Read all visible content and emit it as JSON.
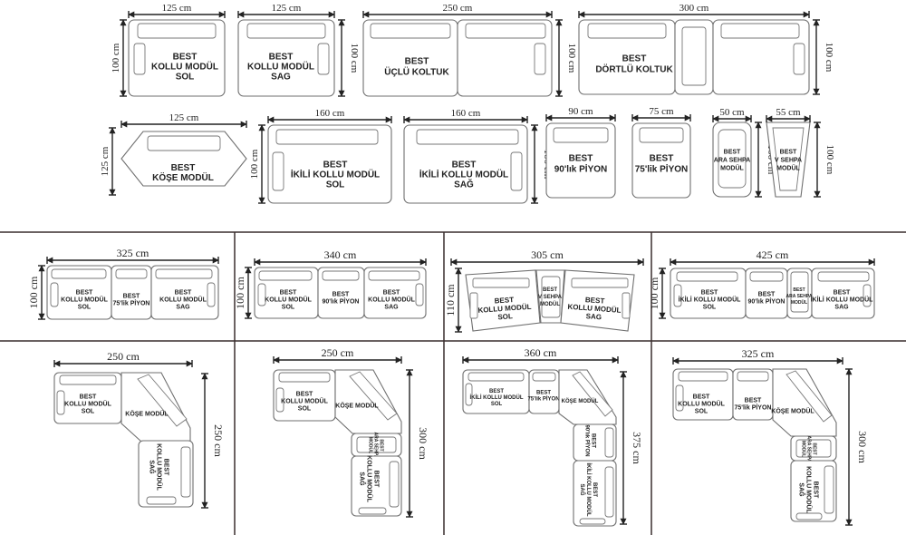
{
  "modules": {
    "kollu_sol": {
      "label": [
        "BEST",
        "KOLLU MODÜL",
        "SOL"
      ],
      "width": "125 cm",
      "depth": "100 cm"
    },
    "kollu_sag": {
      "label": [
        "BEST",
        "KOLLU MODÜL",
        "SAG"
      ],
      "width": "125 cm",
      "depth": "100 cm"
    },
    "uclu": {
      "label": [
        "BEST",
        "ÜÇLÜ KOLTUK"
      ],
      "width": "250 cm",
      "depth": "100 cm"
    },
    "dortlu": {
      "label": [
        "BEST",
        "DÖRTLÜ KOLTUK"
      ],
      "width": "300 cm",
      "depth": "100 cm"
    },
    "kose": {
      "label": [
        "BEST",
        "KÖŞE MODÜL"
      ],
      "width": "125 cm",
      "depth": "125 cm"
    },
    "ikili_sol": {
      "label": [
        "BEST",
        "İKİLİ KOLLU MODÜL",
        "SOL"
      ],
      "width": "160 cm",
      "depth": "100 cm"
    },
    "ikili_sag": {
      "label": [
        "BEST",
        "İKİLİ KOLLU MODÜL",
        "SAĞ"
      ],
      "width": "160 cm",
      "depth": "100 cm"
    },
    "piyon90": {
      "label": [
        "BEST",
        "90'lık PİYON"
      ],
      "width": "90 cm",
      "depth": "100 cm"
    },
    "piyon75": {
      "label": [
        "BEST",
        "75'lik PİYON"
      ],
      "width": "75 cm",
      "depth": "100 cm"
    },
    "ara_sehpa": {
      "label": [
        "BEST",
        "ARA SEHPA",
        "MODÜL"
      ],
      "width": "50 cm",
      "depth": "100 cm"
    },
    "v_sehpa": {
      "label": [
        "BEST",
        "V SEHPA",
        "MODÜL"
      ],
      "width": "55 cm",
      "depth": "100 cm"
    }
  },
  "combinations": {
    "c1": {
      "width": "325 cm",
      "depth": "100 cm",
      "parts": [
        [
          "BEST",
          "KOLLU MODÜL",
          "SOL"
        ],
        [
          "BEST",
          "75'lik PİYON"
        ],
        [
          "BEST",
          "KOLLU MODÜL",
          "SAG"
        ]
      ]
    },
    "c2": {
      "width": "340 cm",
      "depth": "100 cm",
      "parts": [
        [
          "BEST",
          "KOLLU MODÜL",
          "SOL"
        ],
        [
          "BEST",
          "90'lık PİYON"
        ],
        [
          "BEST",
          "KOLLU MODÜL",
          "SAG"
        ]
      ]
    },
    "c3": {
      "width": "305 cm",
      "depth": "110 cm",
      "parts": [
        [
          "BEST",
          "KOLLU MODÜL",
          "SOL"
        ],
        [
          "BEST",
          "V SEHPA",
          "MODÜL"
        ],
        [
          "BEST",
          "KOLLU MODÜL",
          "SAG"
        ]
      ]
    },
    "c4": {
      "width": "425 cm",
      "depth": "100 cm",
      "parts": [
        [
          "BEST",
          "İKİLİ KOLLU MODÜL",
          "SOL"
        ],
        [
          "BEST",
          "90'lık PİYON"
        ],
        [
          "BEST",
          "ARA SEHPA",
          "MODÜL"
        ],
        [
          "BEST",
          "İKİLİ KOLLU MODÜL",
          "SAG"
        ]
      ]
    },
    "c5": {
      "width": "250 cm",
      "height": "250 cm",
      "parts": [
        [
          "BEST",
          "KOLLU MODÜL",
          "SOL"
        ],
        [
          "KÖŞE MODÜL"
        ],
        [
          "BEST",
          "KOLLU MODÜL",
          "SAĞ"
        ]
      ]
    },
    "c6": {
      "width": "250 cm",
      "height": "300 cm",
      "parts": [
        [
          "BEST",
          "KOLLU MODÜL",
          "SOL"
        ],
        [
          "KÖŞE MODÜL"
        ],
        [
          "BEST",
          "ARA SEHPA",
          "MODÜL"
        ],
        [
          "BEST",
          "KOLLU MODÜL",
          "SAĞ"
        ]
      ]
    },
    "c7": {
      "width": "360 cm",
      "height": "375 cm",
      "parts": [
        [
          "BEST",
          "İKİLİ KOLLU MODÜL",
          "SOL"
        ],
        [
          "BEST",
          "75'lik PİYON"
        ],
        [
          "KÖŞE MODÜL"
        ],
        [
          "BEST",
          "90'lık PİYON"
        ],
        [
          "BEST",
          "İKİLİ KOLLU MODÜL",
          "SAĞ"
        ]
      ]
    },
    "c8": {
      "width": "325 cm",
      "height": "300 cm",
      "parts": [
        [
          "BEST",
          "KOLLU MODÜL",
          "SOL"
        ],
        [
          "BEST",
          "75'lik PİYON"
        ],
        [
          "KÖŞE MODÜL"
        ],
        [
          "BEST",
          "ARA SEHPA",
          "MODÜL"
        ],
        [
          "BEST",
          "KOLLU MODÜL",
          "SAĞ"
        ]
      ]
    }
  }
}
